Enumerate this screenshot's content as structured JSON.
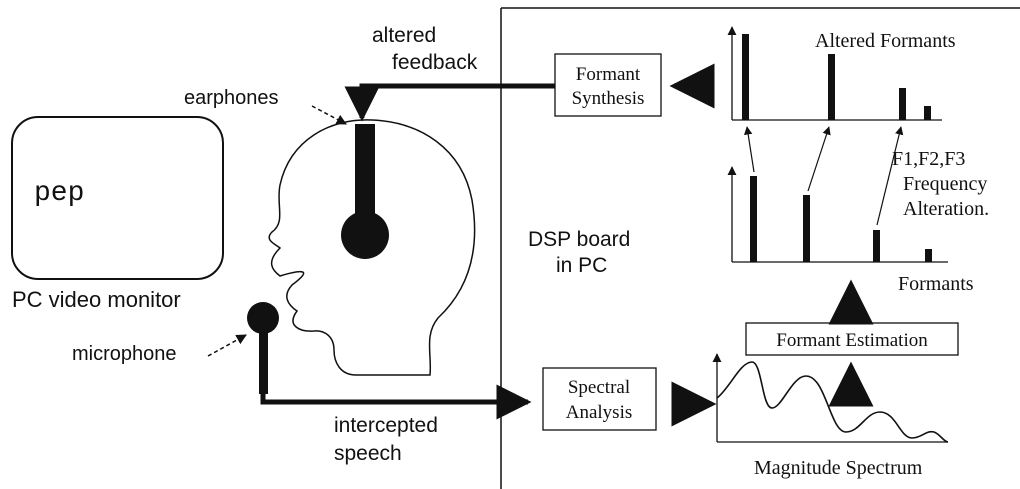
{
  "monitor": {
    "screen_text": "pep",
    "caption": "PC video monitor"
  },
  "labels": {
    "earphones": "earphones",
    "altered_feedback_line1": "altered",
    "altered_feedback_line2": "feedback",
    "microphone": "microphone",
    "intercepted_line1": "intercepted",
    "intercepted_line2": "speech",
    "dsp_line1": "DSP board",
    "dsp_line2": "in PC"
  },
  "boxes": {
    "formant_synthesis_line1": "Formant",
    "formant_synthesis_line2": "Synthesis",
    "spectral_analysis_line1": "Spectral",
    "spectral_analysis_line2": "Analysis",
    "formant_estimation": "Formant Estimation"
  },
  "plots": {
    "altered_title": "Altered Formants",
    "formants_title": "Formants",
    "spectrum_title": "Magnitude Spectrum",
    "alteration_line1": "F1,F2,F3",
    "alteration_line2": "Frequency",
    "alteration_line3": "Alteration."
  },
  "colors": {
    "ink": "#111111",
    "background": "#ffffff"
  }
}
